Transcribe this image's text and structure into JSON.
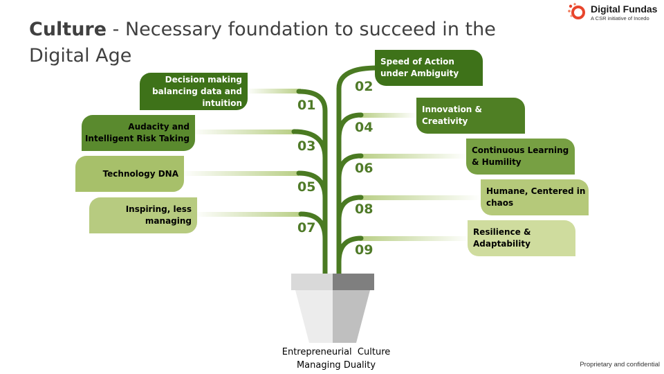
{
  "title": {
    "bold": "Culture",
    "rest": " - Necessary foundation to succeed in the Digital Age"
  },
  "logo": {
    "name": "Digital Fundas",
    "tagline": "A CSR initiative of Incedo"
  },
  "leaves": [
    {
      "number": "01",
      "label": "Decision making balancing data and intuition"
    },
    {
      "number": "02",
      "label": "Speed of Action under Ambiguity"
    },
    {
      "number": "03",
      "label": "Audacity and Intelligent Risk Taking"
    },
    {
      "number": "04",
      "label": "Innovation & Creativity"
    },
    {
      "number": "05",
      "label": "Technology DNA"
    },
    {
      "number": "06",
      "label": "Continuous Learning & Humility"
    },
    {
      "number": "07",
      "label": "Inspiring, less managing"
    },
    {
      "number": "08",
      "label": "Humane, Centered in chaos"
    },
    {
      "number": "09",
      "label": "Resilience & Adaptability"
    }
  ],
  "pot": {
    "line1": "Entrepreneurial  Culture",
    "line2": "Managing Duality"
  },
  "footer": "Proprietary and confidential",
  "colors": {
    "dark_green": "#3e7219",
    "mid_green": "#5a8a2e",
    "olive": "#77a043",
    "light_olive": "#b5c97a",
    "pale_olive": "#cfdc9e",
    "stem": "#4a7a22"
  }
}
